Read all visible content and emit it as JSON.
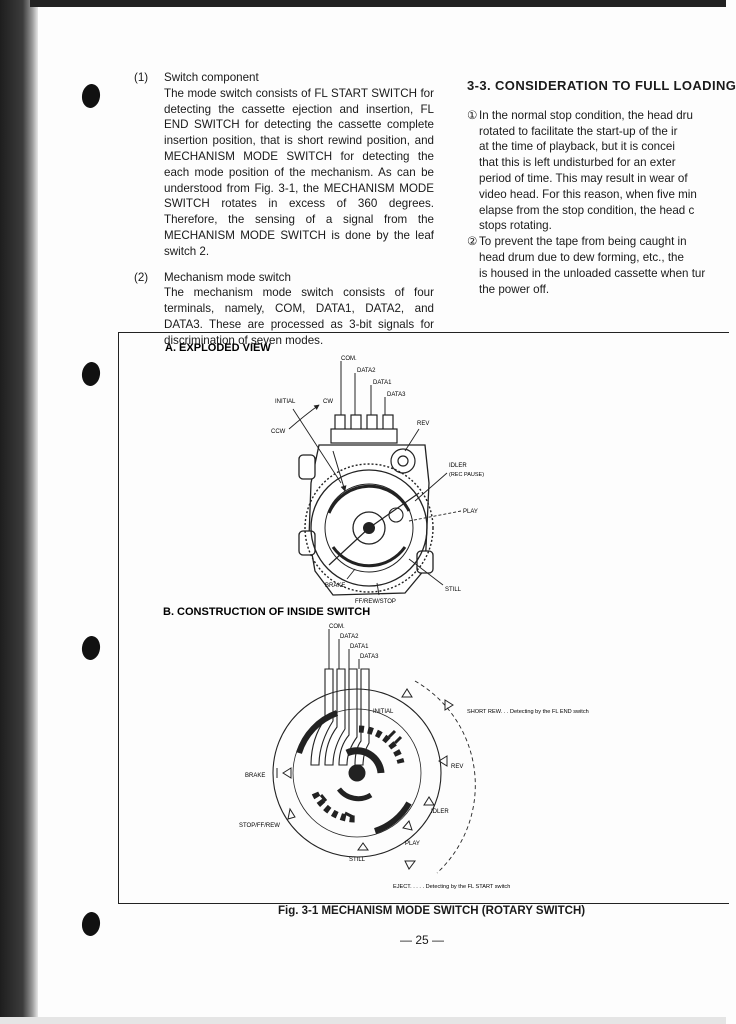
{
  "left_column": {
    "items": [
      {
        "number": "(1)",
        "text": "Switch component\nThe mode switch consists of FL START SWITCH for detecting the cassette ejection and insertion, FL END SWITCH for detecting the cassette complete insertion position, that is short rewind position, and MECHANISM MODE SWITCH for detecting the each mode position of the mechanism. As can be understood from Fig. 3-1, the MECHANISM MODE SWITCH rotates in excess of 360 degrees. Therefore, the sensing of a signal from the MECHANISM MODE SWITCH is done by the leaf switch 2."
      },
      {
        "number": "(2)",
        "text": "Mechanism mode switch\nThe mechanism mode switch consists of four terminals, namely, COM, DATA1, DATA2, and DATA3. These are processed as 3-bit signals for discrimination of seven modes."
      }
    ]
  },
  "right_column": {
    "heading": "3-3.  CONSIDERATION TO FULL LOADING",
    "paragraphs": [
      {
        "marker": "①",
        "lines": [
          "In the normal stop condition, the head dru",
          "rotated to facilitate the start-up of the ir",
          "at the time of playback, but it is concei",
          "that this is left undisturbed for an exter",
          "period of time. This may result in wear of",
          "video head. For this reason, when five min",
          "elapse from the stop condition, the head c",
          "stops rotating."
        ]
      },
      {
        "marker": "②",
        "lines": [
          "To prevent the tape from being caught in",
          "head drum due to dew forming, etc., the",
          "is housed in the unloaded cassette when tur",
          "the power off."
        ]
      }
    ]
  },
  "figure": {
    "exploded_title": "A. EXPLODED VIEW",
    "construction_title": "B. CONSTRUCTION OF INSIDE SWITCH",
    "exploded_labels": {
      "com": "COM.",
      "data2": "DATA2",
      "data1": "DATA1",
      "data3": "DATA3",
      "initial": "INITIAL",
      "cw": "CW",
      "ccw": "CCW",
      "rev": "REV",
      "idler": "IDLER",
      "rec_pause": "(REC PAUSE)",
      "play": "PLAY",
      "brake": "BRAKE",
      "still": "STILL",
      "ff_rew_stop": "FF/REW/STOP"
    },
    "construction_labels": {
      "com": "COM.",
      "data2": "DATA2",
      "data1": "DATA1",
      "data3": "DATA3",
      "initial": "INITIAL",
      "short_rew": "SHORT REW. . . Detecting by the FL END switch",
      "rev": "REV",
      "brake": "BRAKE",
      "idler": "IDLER",
      "stop_ff_rew": "STOP/FF/REW",
      "play": "PLAY",
      "still": "STILL",
      "eject": "EJECT. . . . .  Detecting by the FL START switch"
    }
  },
  "caption": "Fig. 3-1 MECHANISM MODE SWITCH (ROTARY SWITCH)",
  "page_number": "— 25 —"
}
